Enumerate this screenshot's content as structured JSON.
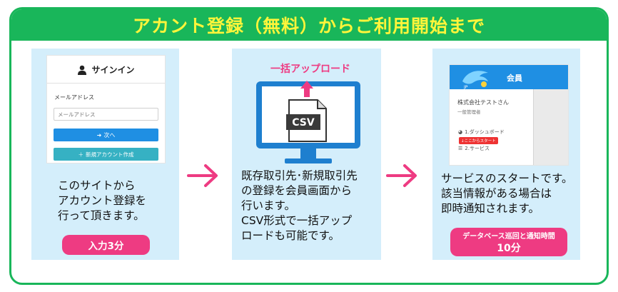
{
  "banner": {
    "title": "アカント登録（無料）からご利用開始まで"
  },
  "step1": {
    "signin_title": "サインイン",
    "email_label": "メールアドレス",
    "email_placeholder": "メールアドレス",
    "next_label": "次へ",
    "create_label": "新規アカウント作成",
    "description": "このサイトから\nアカウント登録を\n行って頂きます。",
    "time_badge": "入力3分"
  },
  "step2": {
    "upload_label": "一括アップロード",
    "file_label": "CSV",
    "description": "既存取引先･新規取引先\nの登録を会員画面から\n行います。\nCSV形式で一括アップ\nロードも可能です。"
  },
  "step3": {
    "header_title": "会員",
    "company": "株式会社テストさん",
    "role": "一般管理者",
    "menu_dashboard": "1.ダッシュボード",
    "start_badge": "↓ここからスタート",
    "menu_service": "2.サービス",
    "description": "サービスのスタートです。\n該当情報がある場合は\n即時通知されます。",
    "time_badge_line1": "データベース巡回と通知時間",
    "time_badge_line2": "10分"
  },
  "colors": {
    "brand_green": "#19b65a",
    "title_yellow": "#fff53a",
    "card_blue": "#d4eefb",
    "accent_pink": "#ee3b82",
    "button_blue": "#1f8fe3",
    "button_teal": "#36b1c3",
    "monitor_blue": "#1e7fcf"
  },
  "icons": [
    "user-icon",
    "login-arrow-icon",
    "plus-icon",
    "csv-file-icon",
    "upload-arrow-icon",
    "monitor-icon",
    "dolphin-logo-icon",
    "dashboard-icon",
    "list-icon",
    "right-arrow-icon"
  ]
}
